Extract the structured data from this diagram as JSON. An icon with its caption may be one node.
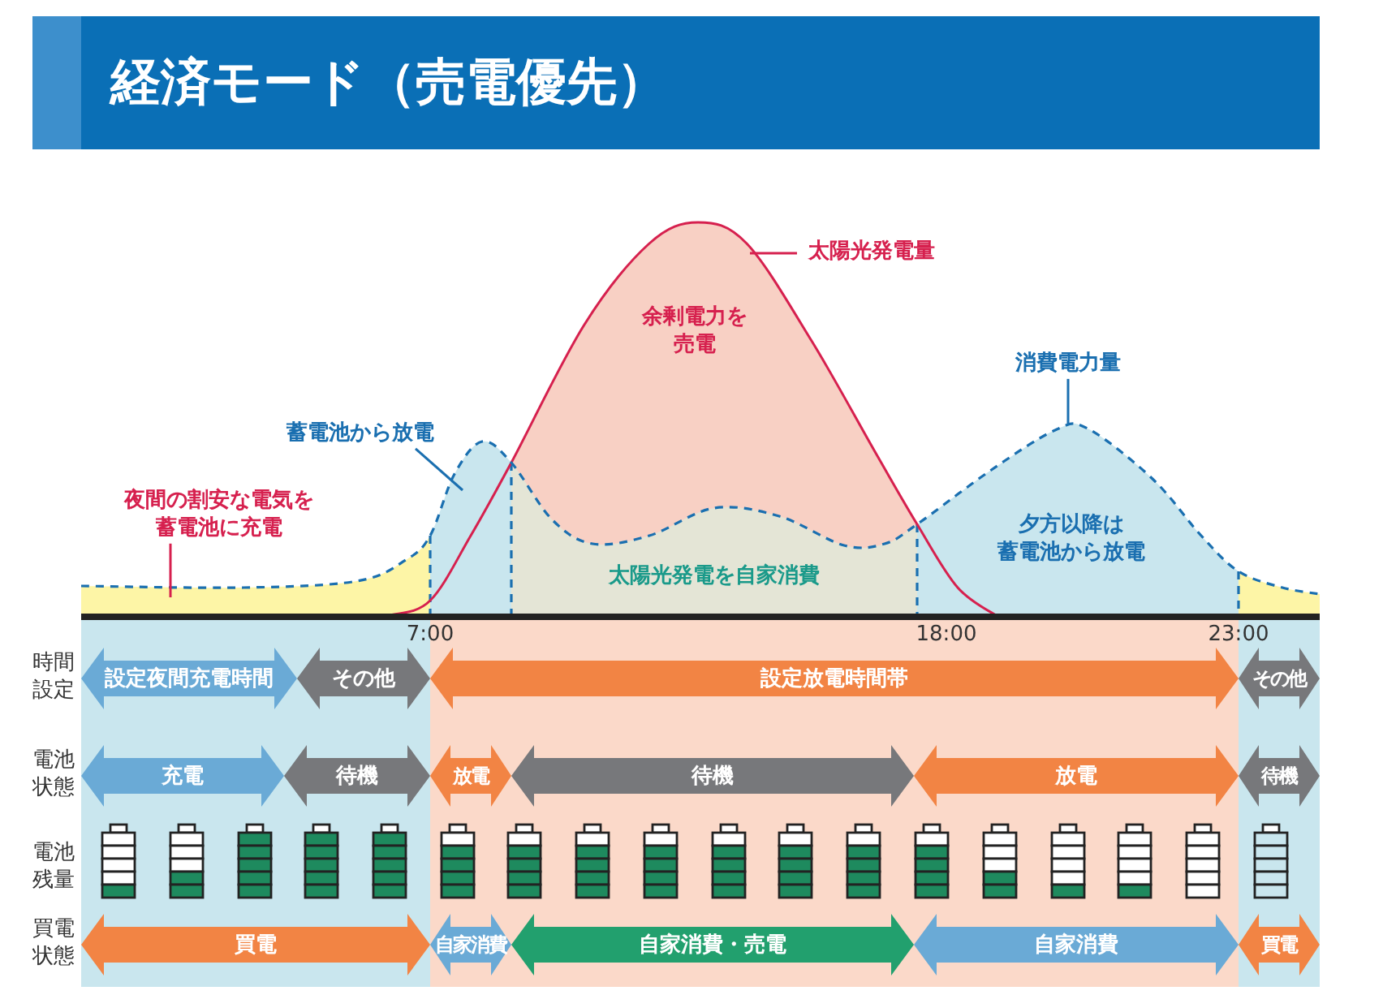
{
  "diagram": {
    "title": "経済モード（売電優先）",
    "nodes": [
      {
        "text": [
          "夜間の割安な電気を蓄電池に充電"
        ]
      },
      {
        "text": [
          "蓄電池から放電"
        ]
      },
      {
        "text": [
          "太陽光発電量"
        ]
      },
      {
        "text": [
          "消費電力量"
        ]
      },
      {
        "text": [
          "設定夜間充電時間"
        ]
      },
      {
        "text": [
          "その他"
        ]
      },
      {
        "text": [
          "設定放電時間帯"
        ]
      },
      {
        "text": [
          "その他"
        ]
      },
      {
        "text": [
          "充電"
        ]
      },
      {
        "text": [
          "待機"
        ]
      },
      {
        "text": [
          "放電"
        ]
      },
      {
        "text": [
          "待機"
        ]
      },
      {
        "text": [
          "放電"
        ]
      },
      {
        "text": [
          "待機"
        ]
      },
      {
        "text": [
          "買電"
        ]
      },
      {
        "text": [
          "自家消費"
        ]
      },
      {
        "text": [
          "自家消費・売電"
        ]
      },
      {
        "text": [
          "自家消費"
        ]
      },
      {
        "text": [
          "買電"
        ]
      }
    ],
    "edges": [
      {
        "from": 0,
        "to": null,
        "arrow": "none"
      },
      {
        "from": 1,
        "to": null,
        "arrow": "none",
        "color": "#1a6fb0"
      },
      {
        "from": 2,
        "to": null,
        "arrow": "none"
      },
      {
        "from": 3,
        "to": null,
        "arrow": "none",
        "color": "#1a6fb0"
      }
    ],
    "labels": [
      "余剰電力を売電",
      "太陽光発電を自家消費",
      "夕方以降は蓄電池から放電",
      "7:00",
      "18:00",
      "23:00",
      "時間設定",
      "電池状態",
      "電池残量",
      "買電状態"
    ]
  }
}
